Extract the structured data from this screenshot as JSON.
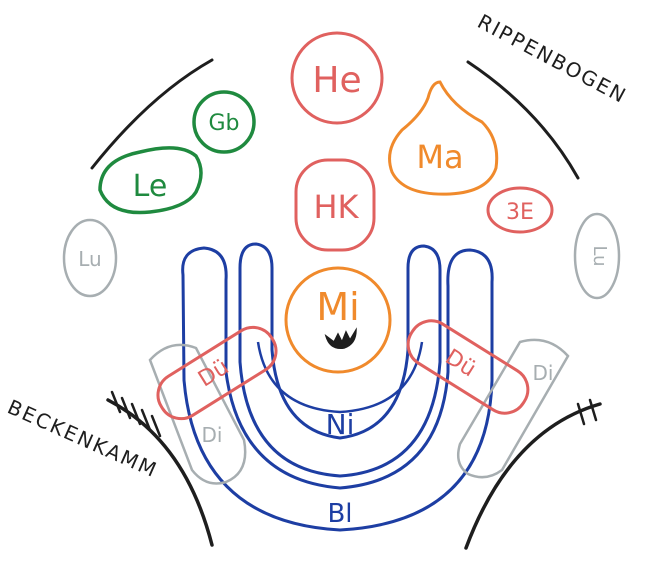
{
  "labels": {
    "he": "He",
    "gb": "Gb",
    "le": "Le",
    "ma": "Ma",
    "hk": "HK",
    "three_e": "3E",
    "lu": "Lu",
    "lu_right": "Lu",
    "mi": "Mi",
    "du_left": "Dü",
    "du_right": "Dü",
    "di_left": "Di",
    "di_right": "Di",
    "ni": "Ni",
    "bl": "Bl",
    "rippenbogen": "RIPPENBOGEN",
    "beckenkamm": "BECKENKAMM"
  },
  "colors": {
    "red": "#e0615f",
    "green": "#1f8a3f",
    "orange": "#f08a2c",
    "blue": "#1d3ea3",
    "gray": "#a7aeb1",
    "black": "#1e1e1e"
  }
}
